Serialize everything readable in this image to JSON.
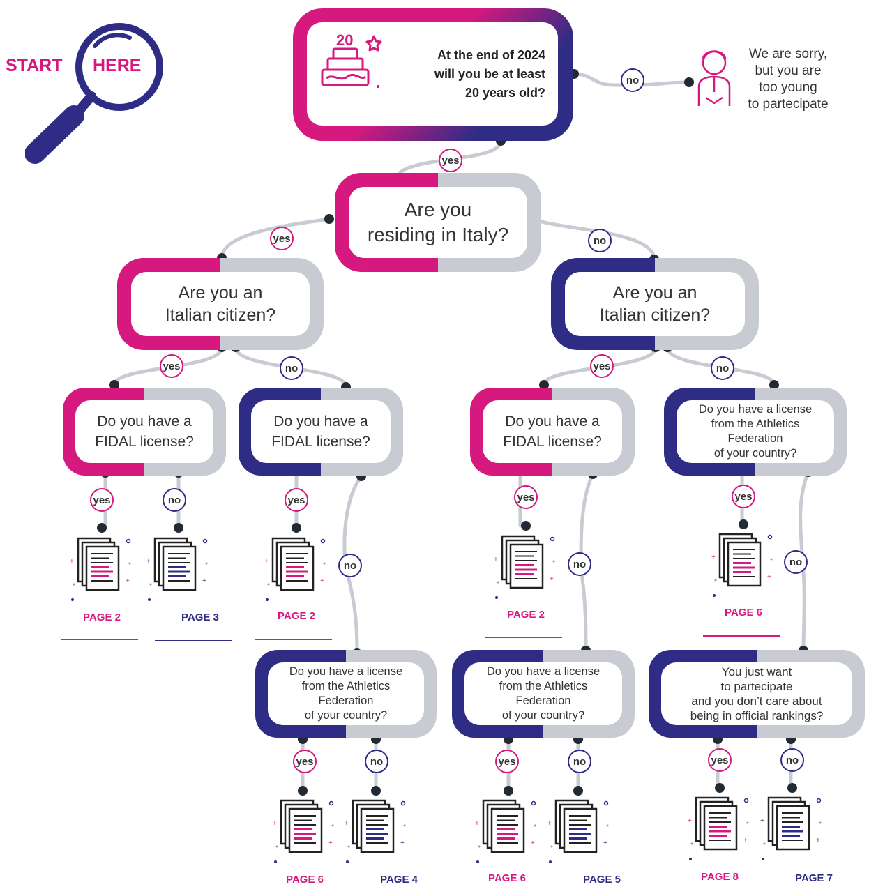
{
  "start": {
    "word1": "START",
    "word2": "HERE"
  },
  "q_age": {
    "line1": "At the end of 2024",
    "line2": "will you be at least",
    "line3": "20 years old?",
    "cake_number": "20"
  },
  "sorry": {
    "line1": "We are sorry,",
    "line2": "but you are",
    "line3": "too young",
    "line4": "to partecipate"
  },
  "q_residing": {
    "line1": "Are you",
    "line2": "residing in Italy?"
  },
  "q_citizen": {
    "line1": "Are you an",
    "line2": "Italian citizen?"
  },
  "q_fidal": {
    "line1": "Do you have a",
    "line2": "FIDAL license?"
  },
  "q_federation": {
    "line1": "Do you have a license",
    "line2": "from the Athletics",
    "line3": "Federation",
    "line4": "of your country?"
  },
  "q_participate": {
    "line1": "You just want",
    "line2": "to partecipate",
    "line3": "and you don’t care about",
    "line4": "being in official rankings?"
  },
  "answers": {
    "yes": "yes",
    "no": "no"
  },
  "pages": {
    "p2": "PAGE 2",
    "p3": "PAGE 3",
    "p4": "PAGE 4",
    "p5": "PAGE 5",
    "p6": "PAGE 6",
    "p7": "PAGE 7",
    "p8": "PAGE 8"
  },
  "colors": {
    "pink": "#d6197f",
    "navy": "#2e2c85",
    "gray": "#c8ccd2",
    "dot": "#222a33"
  }
}
